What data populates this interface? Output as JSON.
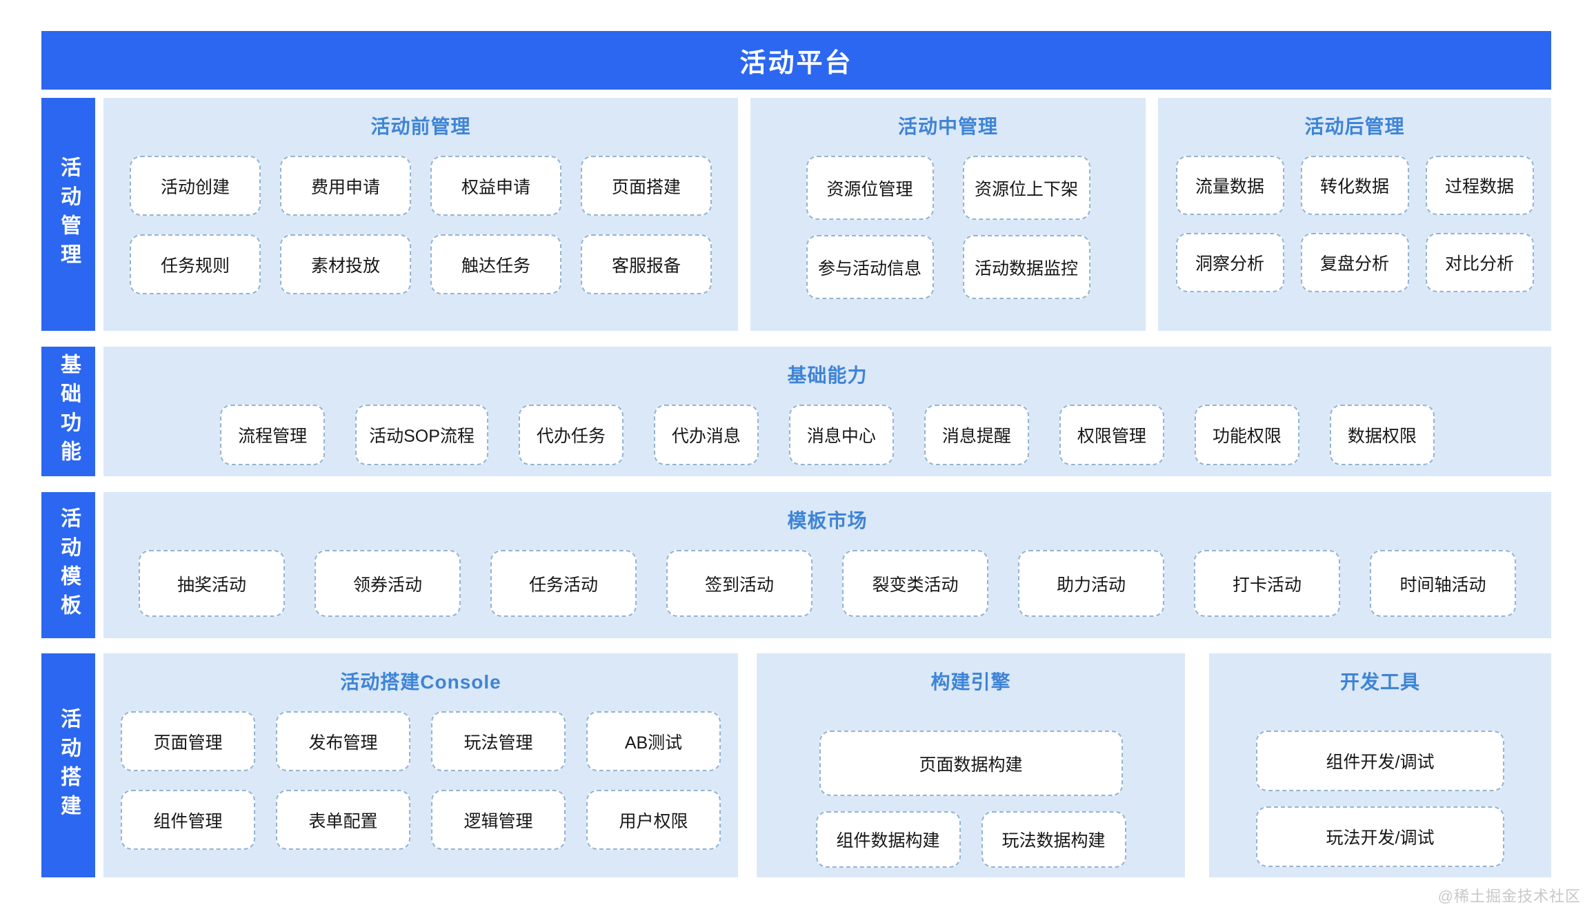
{
  "banner": {
    "title": "活动平台"
  },
  "colors": {
    "primary_blue": "#2b67f0",
    "panel_background": "#dbe8f7",
    "header_blue": "#3e84d6",
    "box_border": "#92b4d4"
  },
  "rows": [
    {
      "tab": "活动管理",
      "panels": [
        {
          "header": "活动前管理",
          "box_rows": [
            [
              "活动创建",
              "费用申请",
              "权益申请",
              "页面搭建"
            ],
            [
              "任务规则",
              "素材投放",
              "触达任务",
              "客服报备"
            ]
          ]
        },
        {
          "header": "活动中管理",
          "box_rows": [
            [
              "资源位管理",
              "资源位上下架"
            ],
            [
              "参与活动信息",
              "活动数据监控"
            ]
          ]
        },
        {
          "header": "活动后管理",
          "box_rows": [
            [
              "流量数据",
              "转化数据",
              "过程数据"
            ],
            [
              "洞察分析",
              "复盘分析",
              "对比分析"
            ]
          ]
        }
      ]
    },
    {
      "tab": "基础功能",
      "panels": [
        {
          "header": "基础能力",
          "box_rows": [
            [
              "流程管理",
              "活动SOP流程",
              "代办任务",
              "代办消息",
              "消息中心",
              "消息提醒",
              "权限管理",
              "功能权限",
              "数据权限"
            ]
          ]
        }
      ]
    },
    {
      "tab": "活动模板",
      "panels": [
        {
          "header": "模板市场",
          "box_rows": [
            [
              "抽奖活动",
              "领券活动",
              "任务活动",
              "签到活动",
              "裂变类活动",
              "助力活动",
              "打卡活动",
              "时间轴活动"
            ]
          ]
        }
      ]
    },
    {
      "tab": "活动搭建",
      "panels": [
        {
          "header": "活动搭建Console",
          "box_rows": [
            [
              "页面管理",
              "发布管理",
              "玩法管理",
              "AB测试"
            ],
            [
              "组件管理",
              "表单配置",
              "逻辑管理",
              "用户权限"
            ]
          ]
        },
        {
          "header": "构建引擎",
          "box_rows": [
            [
              "页面数据构建"
            ],
            [
              "组件数据构建",
              "玩法数据构建"
            ]
          ]
        },
        {
          "header": "开发工具",
          "box_rows": [
            [
              "组件开发/调试"
            ],
            [
              "玩法开发/调试"
            ]
          ]
        }
      ]
    }
  ],
  "watermark": "@稀土掘金技术社区"
}
